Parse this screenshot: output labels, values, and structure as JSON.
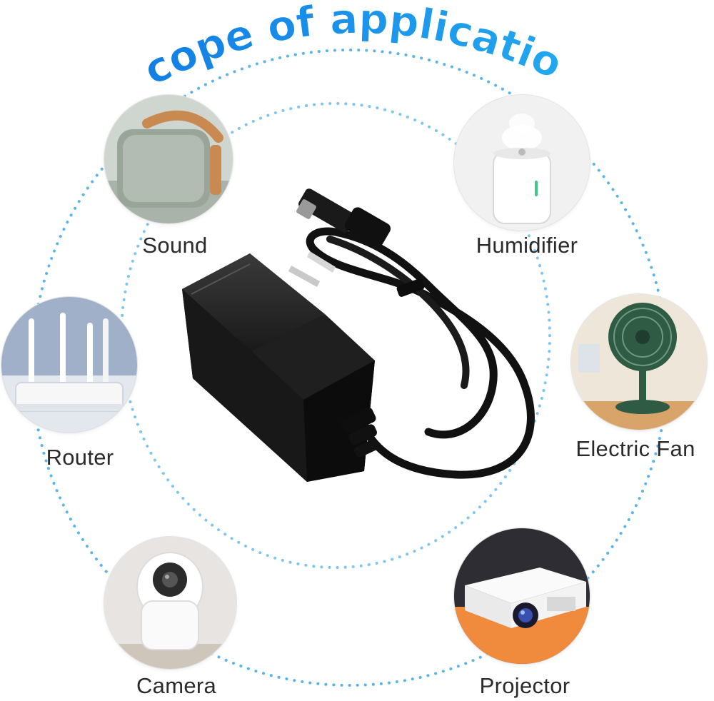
{
  "title": "Scope of application",
  "colors": {
    "title_gradient_start": "#0d6fe0",
    "title_gradient_end": "#22a8f0",
    "dots": "#59b4ea",
    "adapter": "#141414",
    "label": "#2a2a2a"
  },
  "devices": [
    {
      "id": "sound",
      "label": "Sound",
      "icon": "speaker-icon"
    },
    {
      "id": "humidifier",
      "label": "Humidifier",
      "icon": "humidifier-icon"
    },
    {
      "id": "router",
      "label": "Router",
      "icon": "router-icon"
    },
    {
      "id": "fan",
      "label": "Electric Fan",
      "icon": "fan-icon"
    },
    {
      "id": "camera",
      "label": "Camera",
      "icon": "camera-icon"
    },
    {
      "id": "projector",
      "label": "Projector",
      "icon": "projector-icon"
    }
  ]
}
